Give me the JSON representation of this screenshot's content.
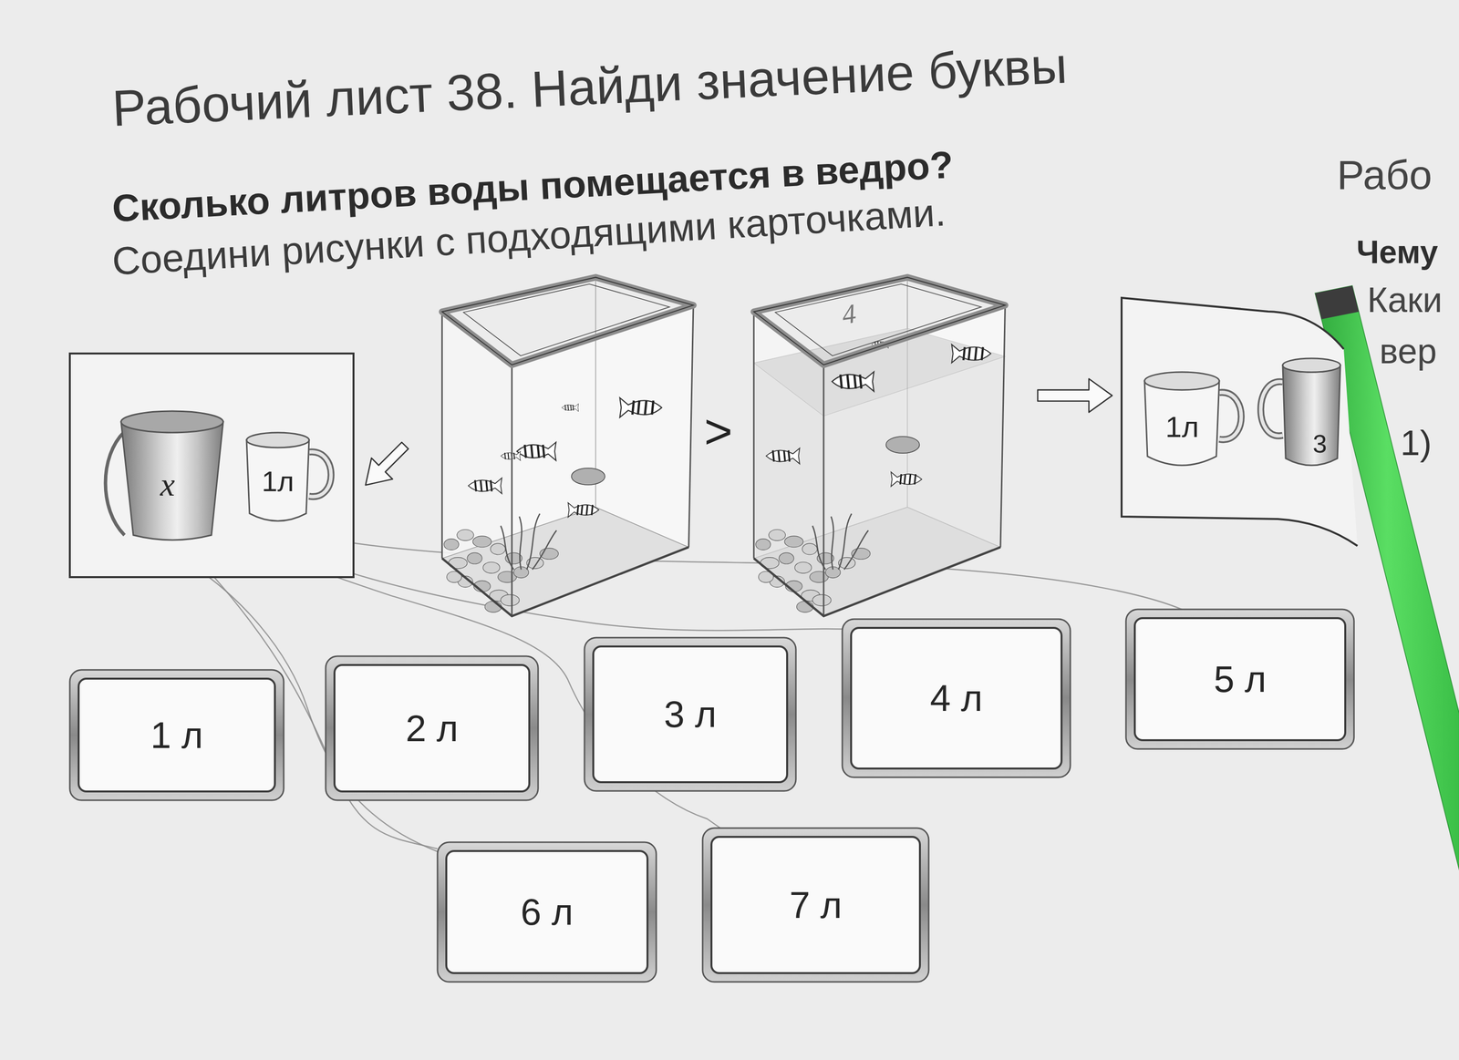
{
  "diagram": {
    "title": "Рабочий лист 38. Найди значение буквы",
    "nodes": [
      {
        "text": [
          "x",
          "1л"
        ]
      },
      {
        "text": [
          "1л",
          "3"
        ]
      },
      {
        "text": [
          "1 л"
        ]
      },
      {
        "text": [
          "2 л"
        ]
      },
      {
        "text": [
          "3 л"
        ]
      },
      {
        "text": [
          "4 л"
        ]
      },
      {
        "text": [
          "5 л"
        ]
      },
      {
        "text": [
          "6 л"
        ]
      },
      {
        "text": [
          "7 л"
        ]
      }
    ],
    "labels": [
      "Сколько литров воды помещается в ведро?",
      "Соедини рисунки с подходящими карточками.",
      "Рабо",
      "Чему",
      "Каки",
      "вер",
      "1)",
      "4",
      ">"
    ]
  }
}
